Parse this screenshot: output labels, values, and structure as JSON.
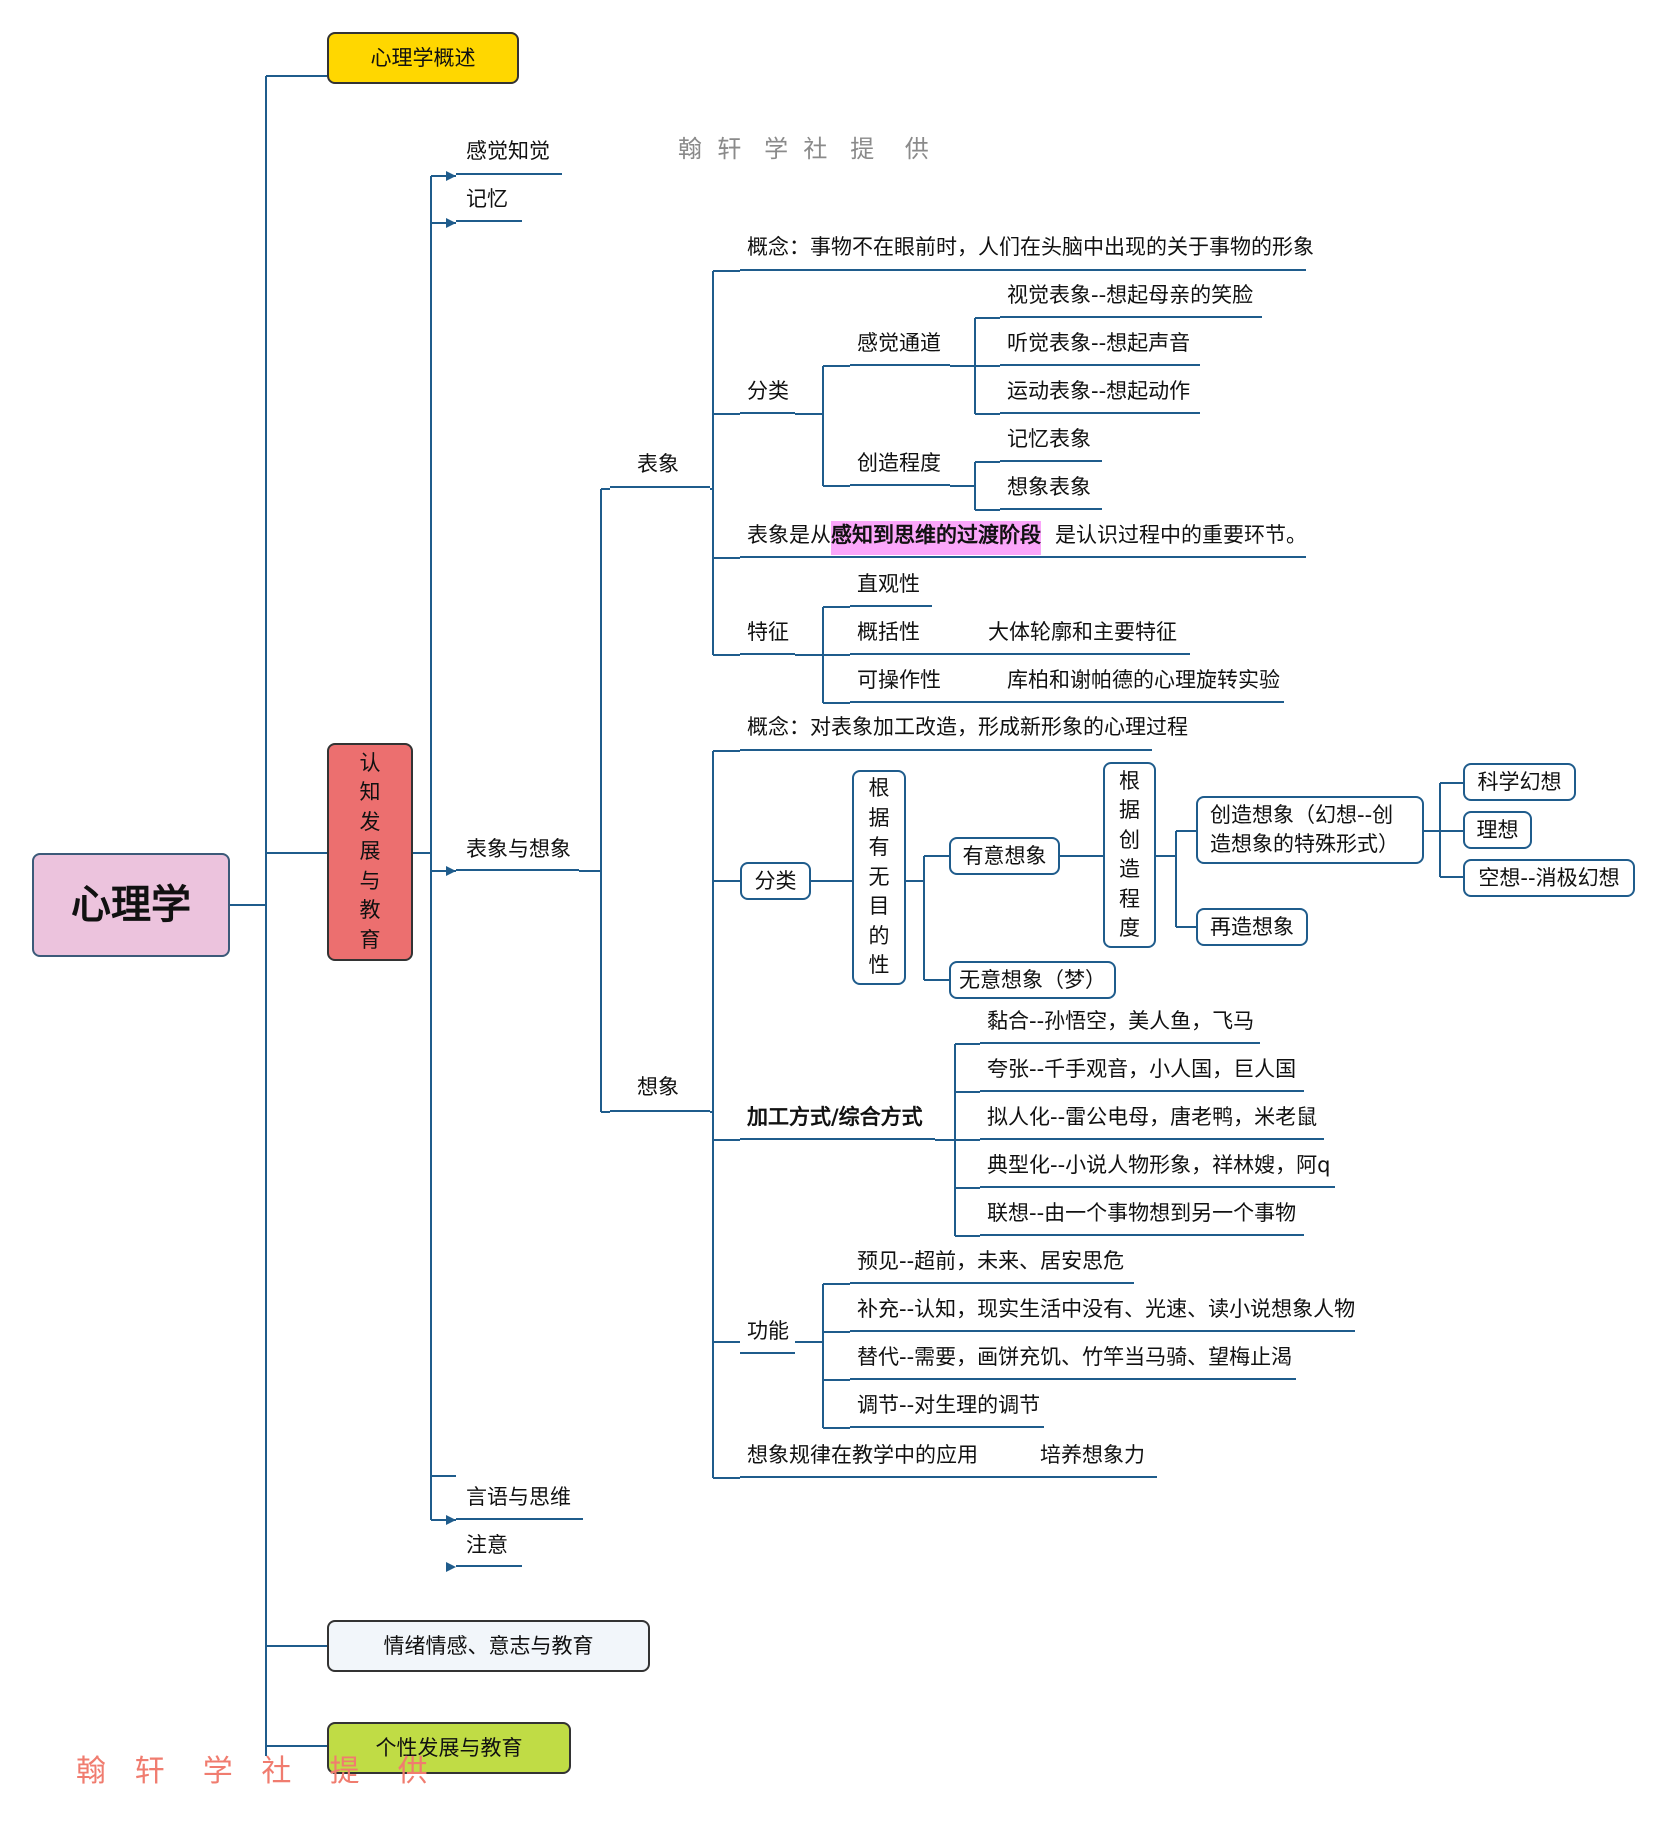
{
  "root": {
    "label": "心理学",
    "color": "#ecc3dd"
  },
  "branches": {
    "overview": {
      "label": "心理学概述",
      "color": "#ffd700"
    },
    "cognitive": {
      "label": "认知发展与教育",
      "color": "#ec6f6f"
    },
    "emotion": {
      "label": "情绪情感、意志与教育",
      "color": "#f2f6fa"
    },
    "personality": {
      "label": "个性发展与教育",
      "color": "#c0dc45"
    }
  },
  "cognitive_children": {
    "perception": "感觉知觉",
    "memory": "记忆",
    "imagery_imagination": "表象与想象",
    "language_thinking": "言语与思维",
    "attention": "注意"
  },
  "imagery": {
    "label": "表象",
    "concept": "概念：事物不在眼前时，人们在头脑中出现的关于事物的形象",
    "classification": {
      "label": "分类",
      "sensory_channel": {
        "label": "感觉通道",
        "items": [
          "视觉表象--想起母亲的笑脸",
          "听觉表象--想起声音",
          "运动表象--想起动作"
        ]
      },
      "creation_degree": {
        "label": "创造程度",
        "items": [
          "记忆表象",
          "想象表象"
        ]
      }
    },
    "transition": {
      "prefix": "表象是从",
      "highlight": "感知到思维的过渡阶段",
      "suffix": "是认识过程中的重要环节。",
      "highlight_color": "#fba6fa"
    },
    "features": {
      "label": "特征",
      "intuitive": "直观性",
      "generality": {
        "label": "概括性",
        "detail": "大体轮廓和主要特征"
      },
      "operability": {
        "label": "可操作性",
        "detail": "库柏和谢帕德的心理旋转实验"
      }
    }
  },
  "imagination": {
    "label": "想象",
    "concept": "概念：对表象加工改造，形成新形象的心理过程",
    "classification": {
      "label": "分类",
      "basis_purpose": "根据有无目的性",
      "intentional": "有意想象",
      "basis_creation": "根据创造程度",
      "creative": "创造想象（幻想--创造想象的特殊形式）",
      "fantasy_types": [
        "科学幻想",
        "理想",
        "空想--消极幻想"
      ],
      "reproductive": "再造想象",
      "unintentional": "无意想象（梦）"
    },
    "processing": {
      "label": "加工方式/综合方式",
      "items": [
        "黏合--孙悟空，美人鱼，飞马",
        "夸张--千手观音，小人国，巨人国",
        "拟人化--雷公电母，唐老鸭，米老鼠",
        "典型化--小说人物形象，祥林嫂，阿q",
        "联想--由一个事物想到另一个事物"
      ]
    },
    "functions": {
      "label": "功能",
      "items": [
        "预见--超前，未来、居安思危",
        "补充--认知，现实生活中没有、光速、读小说想象人物",
        "替代--需要，画饼充饥、竹竿当马骑、望梅止渴",
        "调节--对生理的调节"
      ]
    },
    "teaching": {
      "label": "想象规律在教学中的应用",
      "detail": "培养想象力"
    }
  },
  "watermarks": {
    "top": "翰  轩   学  社   提    供",
    "bottom": "翰   轩    学   社    提    供",
    "bottom_color": "#f07c6f",
    "top_color": "#8a8a8a"
  },
  "colors": {
    "line": "#1f5c8c"
  }
}
